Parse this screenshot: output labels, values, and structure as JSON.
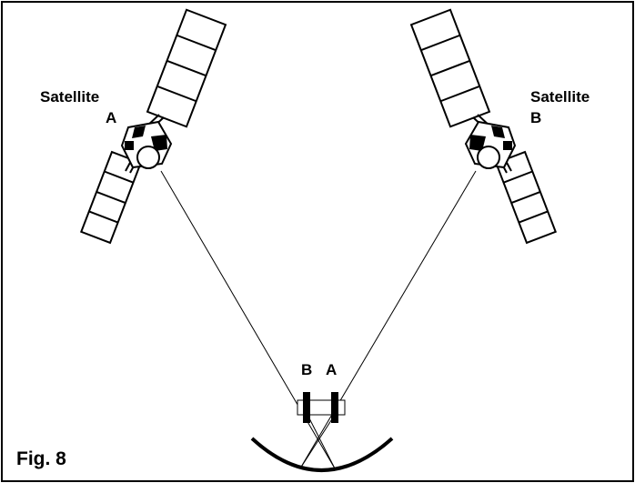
{
  "figure_label": "Fig. 8",
  "satellite_a": {
    "name": "Satellite",
    "letter": "A"
  },
  "satellite_b": {
    "name": "Satellite",
    "letter": "B"
  },
  "feed_labels": {
    "left": "B",
    "right": "A"
  },
  "colors": {
    "line": "#000000",
    "background": "#ffffff"
  },
  "icons": [
    "satellite-a-icon",
    "satellite-b-icon",
    "dish-reflector-icon",
    "dual-lnb-icon"
  ]
}
